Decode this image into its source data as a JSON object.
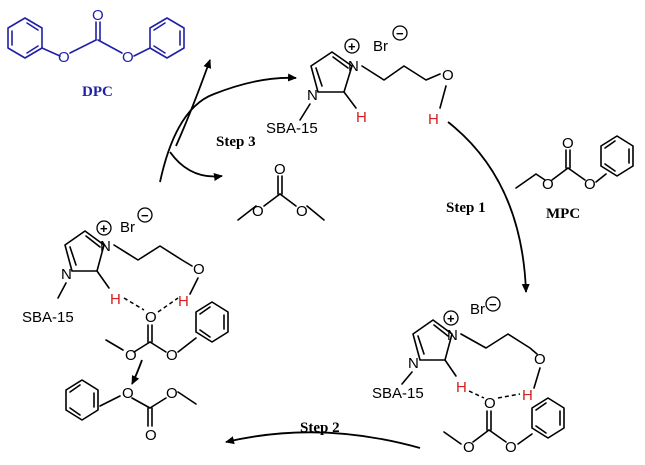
{
  "labels": {
    "dpc": "DPC",
    "mpc": "MPC",
    "step1": "Step 1",
    "step2": "Step 2",
    "step3": "Step 3",
    "support": "SBA-15",
    "bromide": "Br",
    "nitrogen": "N",
    "oxygen": "O",
    "hydrogen": "H",
    "plus": "+",
    "minus": "−"
  },
  "colors": {
    "product": "#1f1fa8",
    "hydrogen": "#d42020",
    "structure": "#000000"
  }
}
